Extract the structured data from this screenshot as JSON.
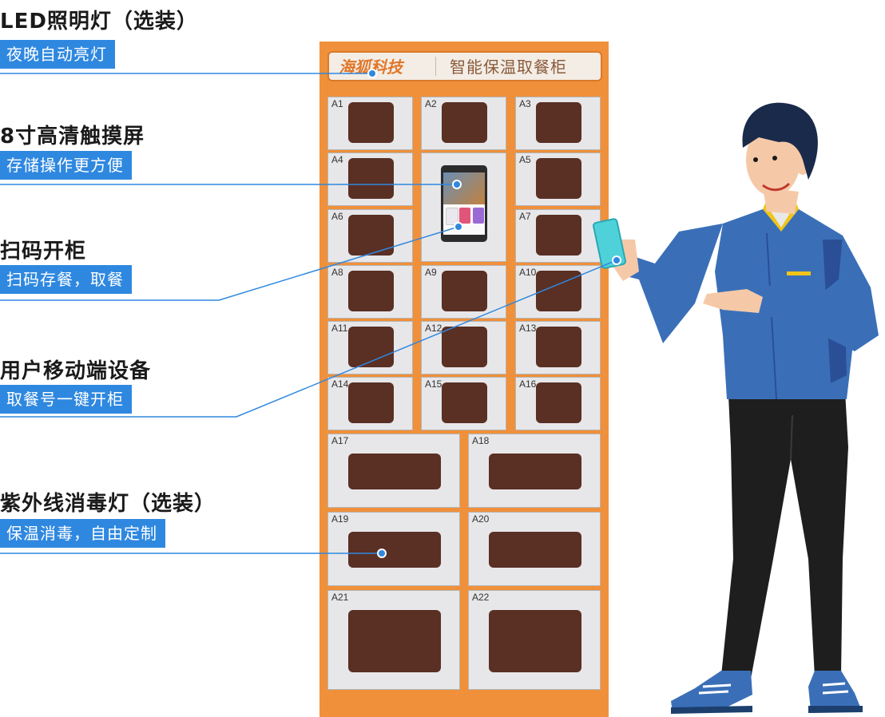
{
  "features": [
    {
      "title": "LED照明灯（选装）",
      "subtitle": "夜晚自动亮灯"
    },
    {
      "title": "8寸高清触摸屏",
      "subtitle": "存储操作更方便"
    },
    {
      "title": "扫码开柜",
      "subtitle": "扫码存餐，取餐"
    },
    {
      "title": "用户移动端设备",
      "subtitle": "取餐号一键开柜"
    },
    {
      "title": "紫外线消毒灯（选装）",
      "subtitle": "保温消毒，自由定制"
    }
  ],
  "cabinet": {
    "brand": "海狐科技",
    "product": "智能保温取餐柜",
    "lockers": [
      "A1",
      "A2",
      "A3",
      "A4",
      "A5",
      "A6",
      "A7",
      "A8",
      "A9",
      "A10",
      "A11",
      "A12",
      "A13",
      "A14",
      "A15",
      "A16",
      "A17",
      "A18",
      "A19",
      "A20",
      "A21",
      "A22"
    ]
  },
  "colors": {
    "cabinet": "#f0903a",
    "locker": "#e7e7e9",
    "window": "#5a2f24",
    "accent": "#2f88e0",
    "shirt": "#3a6fb8",
    "pants": "#1c1c1c"
  }
}
